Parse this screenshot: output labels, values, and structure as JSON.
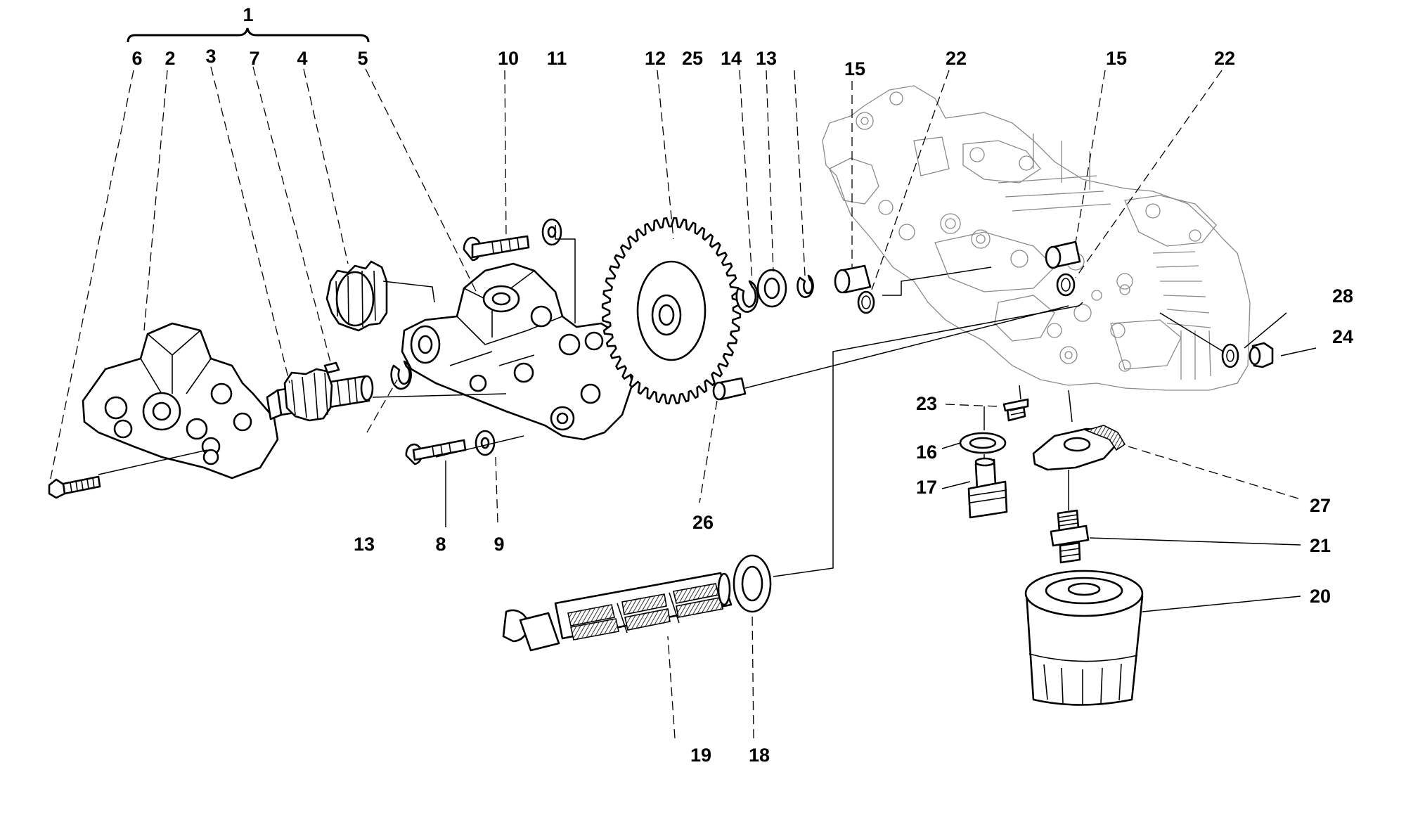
{
  "callouts": {
    "c1": "1",
    "c2": "2",
    "c3": "3",
    "c4": "4",
    "c5": "5",
    "c6": "6",
    "c7": "7",
    "c8": "8",
    "c9": "9",
    "c10": "10",
    "c11": "11",
    "c12": "12",
    "c13a": "13",
    "c13b": "13",
    "c14": "14",
    "c15a": "15",
    "c15b": "15",
    "c16": "16",
    "c17": "17",
    "c18": "18",
    "c19": "19",
    "c20": "20",
    "c21": "21",
    "c22a": "22",
    "c22b": "22",
    "c23": "23",
    "c24": "24",
    "c25": "25",
    "c26": "26",
    "c27": "27",
    "c28": "28"
  },
  "colors": {
    "line": "#000000",
    "background": "#ffffff",
    "housing": "#8a8a8a"
  }
}
